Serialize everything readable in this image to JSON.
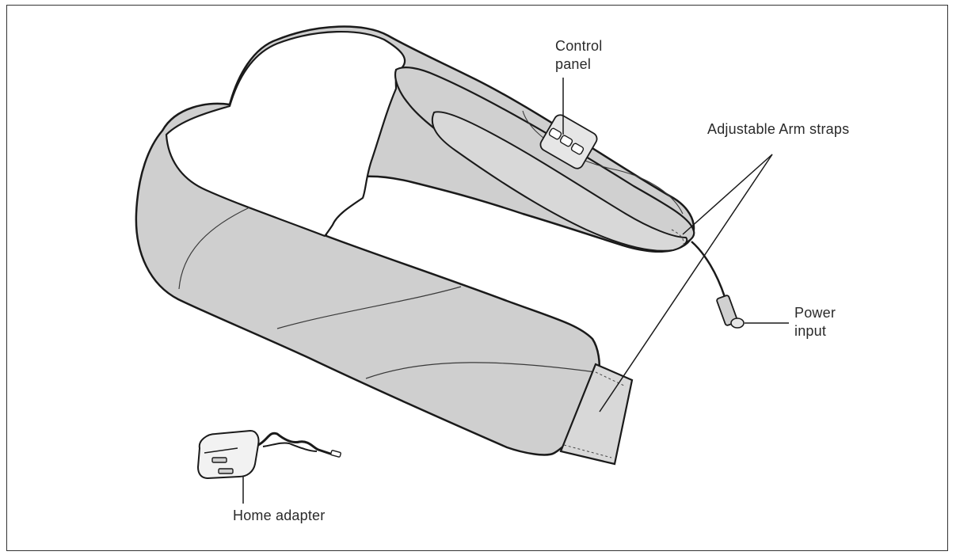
{
  "labels": {
    "control_panel": [
      "Control",
      "panel"
    ],
    "arm_straps": "Adjustable Arm straps",
    "power_input": [
      "Power",
      "input"
    ],
    "home_adapter": "Home adapter"
  },
  "colors": {
    "body_fill": "#cfcfcf",
    "strap_fill": "#d6d6d6",
    "outline": "#1a1a1a",
    "seam": "#3a3a3a"
  }
}
